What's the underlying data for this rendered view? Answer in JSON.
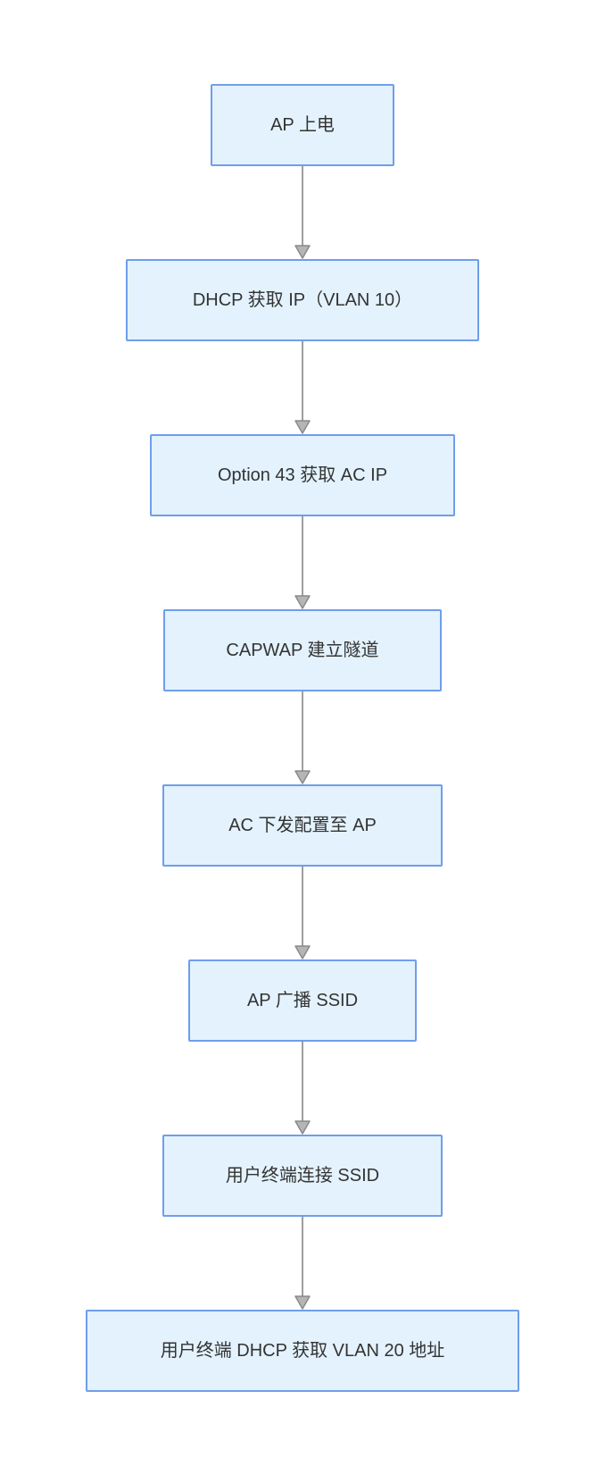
{
  "diagram": {
    "type": "flowchart",
    "direction": "top-down",
    "background": "#ffffff",
    "colors": {
      "node_fill": "#e3f2fd",
      "node_border": "#6f9eeb",
      "arrow_line": "#9e9e9e",
      "arrowhead_fill": "#b5b5b5",
      "arrowhead_stroke": "#8a8a8a",
      "text": "#333333"
    },
    "nodes": [
      {
        "label": "AP 上电"
      },
      {
        "label": "DHCP 获取 IP（VLAN 10）"
      },
      {
        "label": "Option 43 获取 AC IP"
      },
      {
        "label": "CAPWAP 建立隧道"
      },
      {
        "label": "AC 下发配置至 AP"
      },
      {
        "label": "AP 广播 SSID"
      },
      {
        "label": "用户终端连接 SSID"
      },
      {
        "label": "用户终端 DHCP 获取 VLAN 20 地址"
      }
    ],
    "edges": [
      {
        "from": 0,
        "to": 1
      },
      {
        "from": 1,
        "to": 2
      },
      {
        "from": 2,
        "to": 3
      },
      {
        "from": 3,
        "to": 4
      },
      {
        "from": 4,
        "to": 5
      },
      {
        "from": 5,
        "to": 6
      },
      {
        "from": 6,
        "to": 7
      }
    ]
  }
}
